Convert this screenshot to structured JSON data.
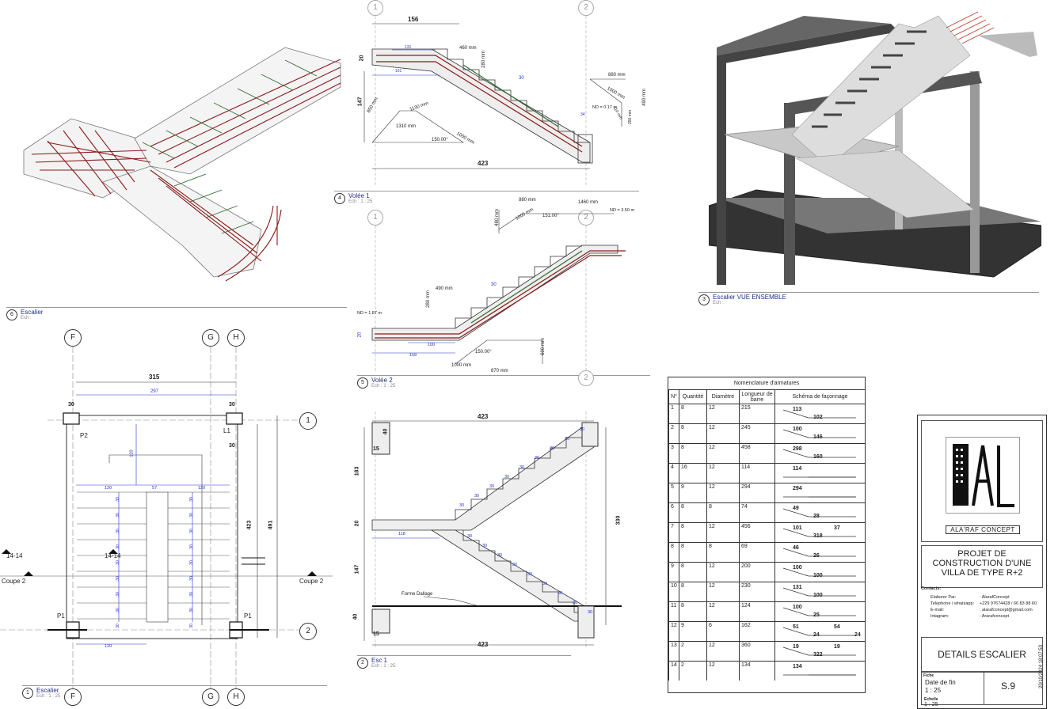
{
  "grid_bubbles_top": {
    "c1": "1",
    "c2": "2"
  },
  "views": {
    "v6": {
      "num": "6",
      "title": "Escalier",
      "scale": "Ech :"
    },
    "v4": {
      "num": "4",
      "title": "Volée 1",
      "scale": "Ech :   1 : 25"
    },
    "v5": {
      "num": "5",
      "title": "Volée 2",
      "scale": "Ech :   1 : 25"
    },
    "v3": {
      "num": "3",
      "title": "Escalier VUE ENSEMBLE",
      "scale": "Ech :"
    },
    "v1": {
      "num": "1",
      "title": "Escalier",
      "scale": "Ech :   1 : 25"
    },
    "v2": {
      "num": "2",
      "title": "Esc 1",
      "scale": "Ech :   1 : 25"
    }
  },
  "volee1": {
    "d156": "156",
    "d20": "20",
    "d147": "147",
    "d423": "423",
    "d460": "460 mm",
    "d280": "280 mm",
    "d30": "30",
    "d131": "131",
    "d101": "101",
    "d1130": "1130 mm",
    "d1310": "1310 mm",
    "d850": "850 mm",
    "d1000": "1000 mm",
    "a150": "150.00°",
    "d880": "880 mm",
    "d1000b": "1000 mm",
    "d490": "490 mm",
    "d250": "250 mm",
    "d110": "110 mm",
    "nd": "ND = 0.17 m",
    "d34": "34"
  },
  "volee2": {
    "d880": "880 mm",
    "d1000": "1000 mm",
    "d480": "480 mm",
    "a151": "151.00°",
    "d1460": "1460 mm",
    "nd1": "ND = 3.50 m",
    "nd2": "ND = 1.87 m",
    "d490": "490 mm",
    "d280": "280 mm",
    "d30": "30",
    "d100": "100",
    "d158": "158",
    "d1000b": "1000 mm",
    "d870": "870 mm",
    "d600": "600 mm",
    "a150": "150.00°",
    "d20": "20"
  },
  "plan": {
    "bubbles": {
      "F": "F",
      "G": "G",
      "H": "H",
      "r1": "1",
      "r2": "2"
    },
    "d315": "315",
    "d297": "297",
    "d30a": "30",
    "d30b": "30",
    "d30c": "30",
    "d423": "423",
    "d491": "491",
    "d120a": "120",
    "d57": "57",
    "d120b": "120",
    "d120c": "120",
    "d120d": "120",
    "p1": "P1",
    "p2": "P2",
    "p1b": "P1",
    "l1": "L1",
    "c1414a": "14-14",
    "c1414b": "14-14",
    "coupe2a": "Coupe 2",
    "coupe2b": "Coupe 2",
    "steps_left": [
      "30",
      "30",
      "30",
      "30",
      "30",
      "30",
      "30",
      "30",
      "30"
    ],
    "steps_right": [
      "30",
      "30",
      "30",
      "30",
      "30",
      "30",
      "30",
      "30",
      "30"
    ]
  },
  "esc1": {
    "d423": "423",
    "d40": "40",
    "d15": "15",
    "d183": "183",
    "d20": "20",
    "d147": "147",
    "d330": "330",
    "d118": "118",
    "d423b": "423",
    "d40b": "40",
    "d15b": "15",
    "forme": "Forme Dallage",
    "steps": [
      "30",
      "30",
      "30",
      "30",
      "30",
      "30",
      "30",
      "30",
      "30"
    ]
  },
  "nomenclature": {
    "title": "Nomenclature d'armatures",
    "headers": [
      "N°",
      "Quantité",
      "Diamètre",
      "Longueur de barre",
      "Schéma de façonnage"
    ],
    "rows": [
      {
        "n": "1",
        "q": "8",
        "d": "12",
        "l": "215",
        "s": [
          "113",
          "102"
        ]
      },
      {
        "n": "2",
        "q": "8",
        "d": "12",
        "l": "245",
        "s": [
          "100",
          "146"
        ]
      },
      {
        "n": "3",
        "q": "8",
        "d": "12",
        "l": "458",
        "s": [
          "298",
          "160"
        ]
      },
      {
        "n": "4",
        "q": "16",
        "d": "12",
        "l": "114",
        "s": [
          "114"
        ]
      },
      {
        "n": "5",
        "q": "9",
        "d": "12",
        "l": "294",
        "s": [
          "294"
        ]
      },
      {
        "n": "6",
        "q": "8",
        "d": "8",
        "l": "74",
        "s": [
          "49",
          "28"
        ]
      },
      {
        "n": "7",
        "q": "8",
        "d": "12",
        "l": "456",
        "s": [
          "101",
          "318",
          "37"
        ]
      },
      {
        "n": "8",
        "q": "8",
        "d": "8",
        "l": "69",
        "s": [
          "46",
          "26"
        ]
      },
      {
        "n": "9",
        "q": "8",
        "d": "12",
        "l": "200",
        "s": [
          "100",
          "100"
        ]
      },
      {
        "n": "10",
        "q": "8",
        "d": "12",
        "l": "230",
        "s": [
          "131",
          "100"
        ]
      },
      {
        "n": "11",
        "q": "8",
        "d": "12",
        "l": "124",
        "s": [
          "100",
          "25"
        ]
      },
      {
        "n": "12",
        "q": "9",
        "d": "6",
        "l": "162",
        "s": [
          "51",
          "24",
          "54",
          "24"
        ]
      },
      {
        "n": "13",
        "q": "2",
        "d": "12",
        "l": "360",
        "s": [
          "19",
          "322",
          "19"
        ]
      },
      {
        "n": "14",
        "q": "2",
        "d": "12",
        "l": "134",
        "s": [
          "134"
        ]
      }
    ]
  },
  "titleblock": {
    "logo_text": "ALA'RAF CONCEPT",
    "project": "PROJET DE CONSTRUCTION D'UNE VILLA DE TYPE R+2",
    "contacts_label": "Contacts:",
    "contacts": [
      {
        "k": "Elaborer Par:",
        "v": ": AlarafConcept"
      },
      {
        "k": "Telephone / whatsapp:",
        "v": "+229 97674428 / 66 83 88 60"
      },
      {
        "k": "E-mail:",
        "v": ": alarafconcept@gmail.com"
      },
      {
        "k": "Intagram:",
        "v": ": Ararafconcept"
      }
    ],
    "sheet_title": "DETAILS ESCALIER",
    "fiche_label": "Fiche",
    "date_label": "Date de fin",
    "scale_val": "1 : 25",
    "echelle_label": "Echelle",
    "echelle_val": "1 : 25",
    "sheet_no": "S.9",
    "timestamp": "20/10/2024 18:07:53"
  },
  "colors": {
    "accent": "#1e2f8f",
    "rebar_red": "#8b1a1a",
    "rebar_green": "#2e6b2e",
    "dim_blue": "#2233cc"
  }
}
